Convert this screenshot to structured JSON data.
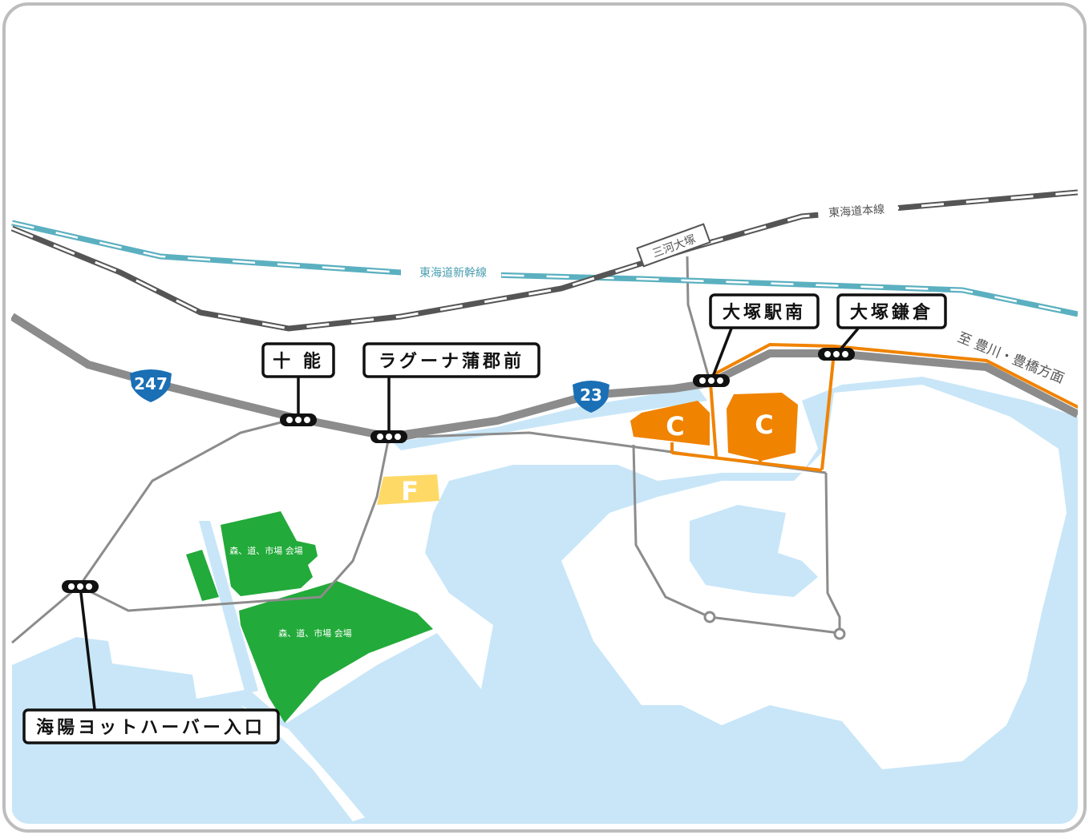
{
  "colors": {
    "water": "#c8e6f8",
    "road": "#8c8c8c",
    "orange": "#f08300",
    "green": "#22aa3a",
    "yellow": "#ffd966",
    "shinkansen": "#5bb0c0",
    "shield": "#1a6fb5"
  },
  "railways": {
    "tokaido": "東海道本線",
    "shinkansen": "東海道新幹線",
    "station": "三河大塚"
  },
  "direction": "至 豊川・豊橋方面",
  "routes": {
    "r247": "247",
    "r23": "23"
  },
  "stops": [
    {
      "name": "十 能"
    },
    {
      "name": "ラグーナ蒲郡前"
    },
    {
      "name": "大塚駅南"
    },
    {
      "name": "大塚鎌倉"
    },
    {
      "name": "海陽ヨットハーバー入口"
    }
  ],
  "areas": {
    "venue1": "森、道、市場 会場",
    "venue2": "森、道、市場 会場",
    "zone_f": "F",
    "zone_c1": "C",
    "zone_c2": "C"
  }
}
